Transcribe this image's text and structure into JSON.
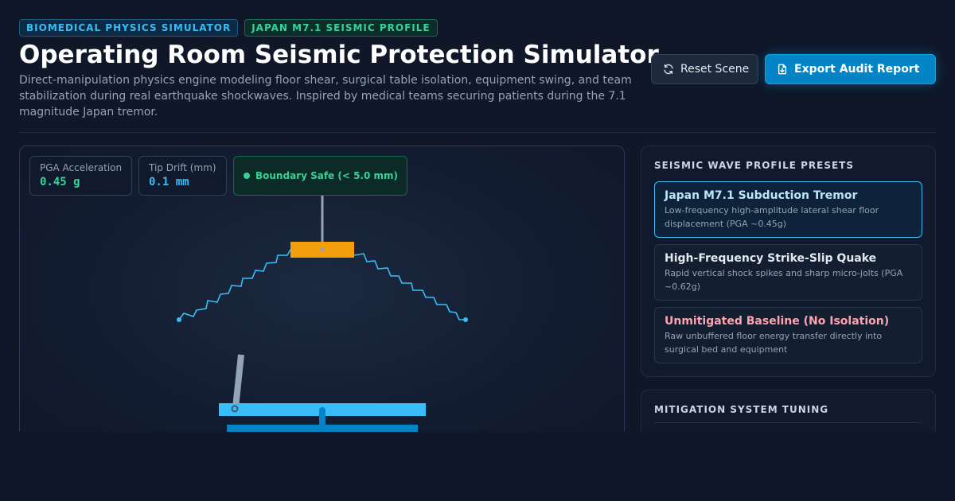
{
  "header": {
    "badges": [
      "BIOMEDICAL PHYSICS SIMULATOR",
      "JAPAN M7.1 SEISMIC PROFILE"
    ],
    "title": "Operating Room Seismic Protection Simulator",
    "subtitle": "Direct-manipulation physics engine modeling floor shear, surgical table isolation, equipment swing, and team stabilization during real earthquake shockwaves. Inspired by medical teams securing patients during the 7.1 magnitude Japan tremor.",
    "reset_label": "Reset Scene",
    "export_label": "Export Audit Report"
  },
  "stage": {
    "pga": {
      "label": "PGA Acceleration",
      "value": "0.45 g"
    },
    "drift": {
      "label": "Tip Drift (mm)",
      "value": "0.1 mm"
    },
    "safety": {
      "label": "Boundary Safe (< 5.0 mm)"
    }
  },
  "presets": {
    "title": "SEISMIC WAVE PROFILE PRESETS",
    "items": [
      {
        "name": "Japan M7.1 Subduction Tremor",
        "desc": "Low-frequency high-amplitude lateral shear floor displacement (PGA ~0.45g)"
      },
      {
        "name": "High-Frequency Strike-Slip Quake",
        "desc": "Rapid vertical shock spikes and sharp micro-jolts (PGA ~0.62g)"
      },
      {
        "name": "Unmitigated Baseline (No Isolation)",
        "desc": "Raw unbuffered floor energy transfer directly into surgical bed and equipment"
      }
    ]
  },
  "tuning": {
    "title": "MITIGATION SYSTEM TUNING"
  },
  "colors": {
    "background": "#0f1729",
    "accent_blue": "#38bdf8",
    "accent_green": "#34d399",
    "danger": "#fda4af",
    "lamp": "#f59e0b",
    "primary_button": "#0284c7"
  },
  "icons": {
    "reset": "refresh-icon",
    "export": "file-export-icon",
    "status": "status-dot-icon"
  }
}
